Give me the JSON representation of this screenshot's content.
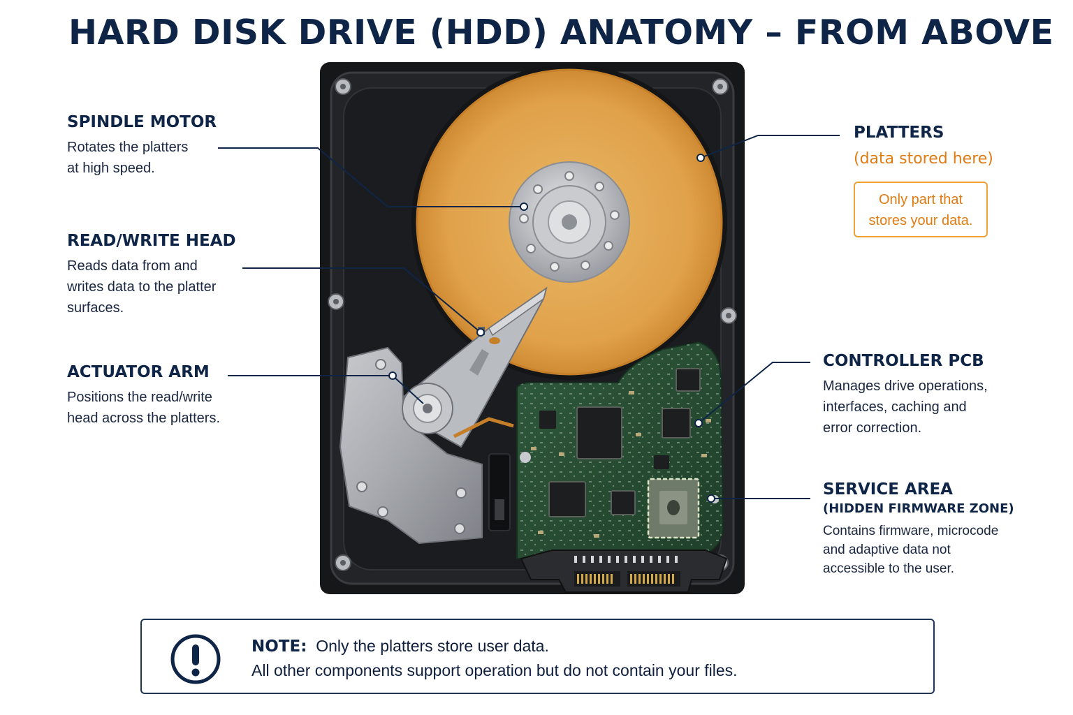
{
  "title": "HARD DISK DRIVE (HDD) ANATOMY – FROM ABOVE",
  "labels": {
    "spindle": {
      "title": "SPINDLE MOTOR",
      "desc": [
        "Rotates the platters",
        "at high speed."
      ]
    },
    "head": {
      "title": "READ/WRITE HEAD",
      "desc": [
        "Reads data from and",
        "writes data to the platter",
        "surfaces."
      ]
    },
    "actuator": {
      "title": "ACTUATOR ARM",
      "desc": [
        "Positions the read/write",
        "head across the platters."
      ]
    },
    "platters": {
      "title": "PLATTERS",
      "highlight": "(data stored here)",
      "callout": [
        "Only part that",
        "stores your data."
      ]
    },
    "pcb": {
      "title": "CONTROLLER PCB",
      "desc": [
        "Manages drive operations,",
        "interfaces, caching and",
        "error correction."
      ]
    },
    "service": {
      "title": "SERVICE AREA",
      "subtitle": "(HIDDEN FIRMWARE ZONE)",
      "desc": [
        "Contains firmware, microcode",
        "and adaptive data not",
        "accessible to the user."
      ]
    }
  },
  "note": {
    "prefix": "NOTE:",
    "line1": "Only the platters store user data.",
    "line2": "All other components support operation but do not contain your files."
  },
  "colors": {
    "title": "#0f2547",
    "accent_orange": "#e07b12",
    "platter": "#e2a44e",
    "pcb_green": "#274d33",
    "chassis": "#1d1e20",
    "leader_line": "#0f2547"
  }
}
